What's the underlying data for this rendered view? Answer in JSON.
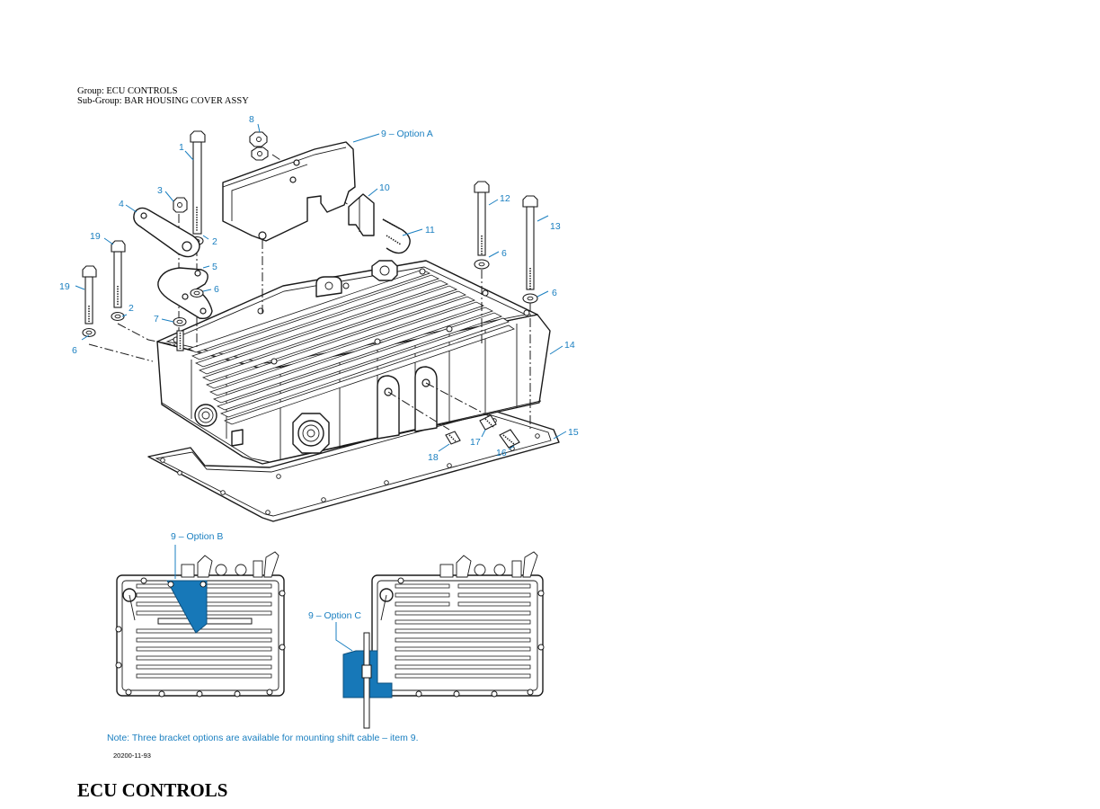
{
  "header": {
    "group": "Group: ECU CONTROLS",
    "subgroup": "Sub-Group: BAR HOUSING COVER ASSY"
  },
  "callouts": [
    {
      "key": "c1",
      "text": "1"
    },
    {
      "key": "c2a",
      "text": "2"
    },
    {
      "key": "c2b",
      "text": "2"
    },
    {
      "key": "c3",
      "text": "3"
    },
    {
      "key": "c4",
      "text": "4"
    },
    {
      "key": "c5",
      "text": "5"
    },
    {
      "key": "c6a",
      "text": "6"
    },
    {
      "key": "c6b",
      "text": "6"
    },
    {
      "key": "c6c",
      "text": "6"
    },
    {
      "key": "c6d",
      "text": "6"
    },
    {
      "key": "c7",
      "text": "7"
    },
    {
      "key": "c8",
      "text": "8"
    },
    {
      "key": "c9a",
      "text": "9 – Option A"
    },
    {
      "key": "c10",
      "text": "10"
    },
    {
      "key": "c11",
      "text": "11"
    },
    {
      "key": "c12",
      "text": "12"
    },
    {
      "key": "c13",
      "text": "13"
    },
    {
      "key": "c14",
      "text": "14"
    },
    {
      "key": "c15",
      "text": "15"
    },
    {
      "key": "c16",
      "text": "16"
    },
    {
      "key": "c17",
      "text": "17"
    },
    {
      "key": "c18",
      "text": "18"
    },
    {
      "key": "c19a",
      "text": "19"
    },
    {
      "key": "c19b",
      "text": "19"
    },
    {
      "key": "c9b",
      "text": "9 – Option B"
    },
    {
      "key": "c9c",
      "text": "9 – Option C"
    }
  ],
  "note": "Note: Three bracket options are available for mounting shift cable – item 9.",
  "figure_code": "20200-11-93",
  "title": "ECU CONTROLS",
  "colors": {
    "callout": "#1a7fc0",
    "bracket_fill": "#1778b8"
  }
}
